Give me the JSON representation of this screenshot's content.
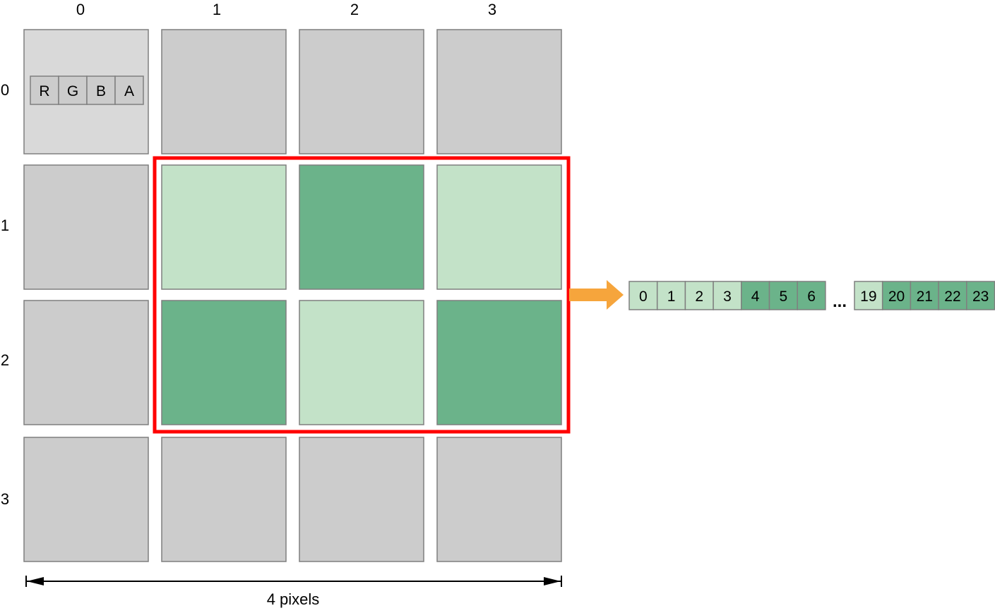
{
  "colors": {
    "pixel_gray": "#cccccc",
    "pixel_gray_first": "#d9d9d9",
    "pixel_light_green": "#c3e2c8",
    "pixel_dark_green": "#6bb38a",
    "border": "#7f7f7f",
    "selection": "#ff0000",
    "arrow": "#f6a53c",
    "text": "#000000"
  },
  "grid": {
    "column_labels": [
      "0",
      "1",
      "2",
      "3"
    ],
    "row_labels": [
      "0",
      "1",
      "2",
      "3"
    ],
    "cells": [
      [
        "gray_first",
        "gray",
        "gray",
        "gray"
      ],
      [
        "gray",
        "light_green",
        "dark_green",
        "light_green"
      ],
      [
        "gray",
        "dark_green",
        "light_green",
        "dark_green"
      ],
      [
        "gray",
        "gray",
        "gray",
        "gray"
      ]
    ],
    "channel_labels": [
      "R",
      "G",
      "B",
      "A"
    ]
  },
  "width_label": "4 pixels",
  "buffer": {
    "cells_first": [
      {
        "label": "0",
        "shade": "light_green"
      },
      {
        "label": "1",
        "shade": "light_green"
      },
      {
        "label": "2",
        "shade": "light_green"
      },
      {
        "label": "3",
        "shade": "light_green"
      },
      {
        "label": "4",
        "shade": "dark_green"
      },
      {
        "label": "5",
        "shade": "dark_green"
      },
      {
        "label": "6",
        "shade": "dark_green"
      }
    ],
    "ellipsis": "...",
    "cells_last": [
      {
        "label": "19",
        "shade": "light_green"
      },
      {
        "label": "20",
        "shade": "dark_green"
      },
      {
        "label": "21",
        "shade": "dark_green"
      },
      {
        "label": "22",
        "shade": "dark_green"
      },
      {
        "label": "23",
        "shade": "dark_green"
      }
    ]
  }
}
